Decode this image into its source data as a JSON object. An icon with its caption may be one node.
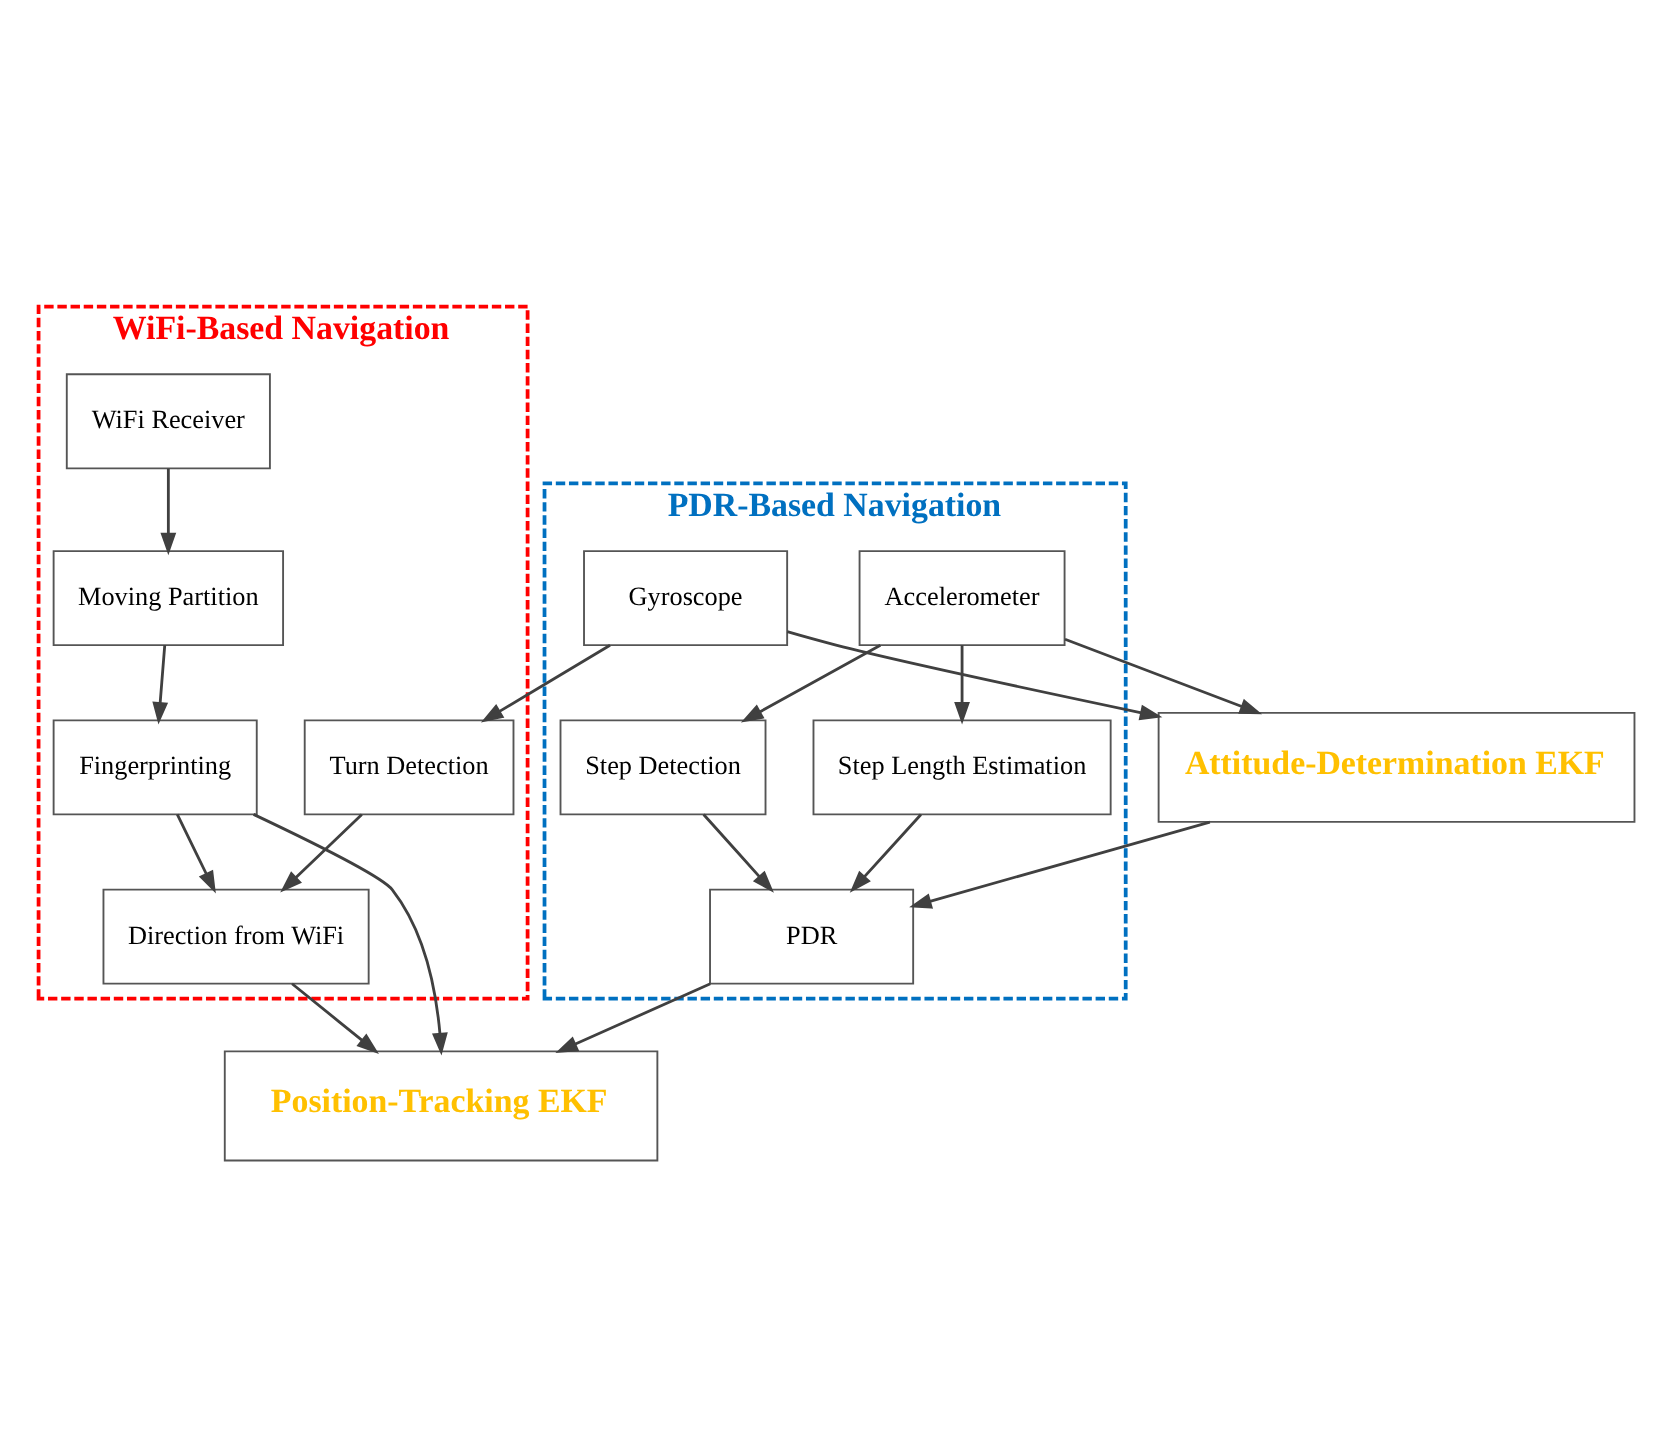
{
  "diagram": {
    "nodes": [
      {
        "text": [
          "WiFi-Based Navigation"
        ]
      },
      {
        "text": [
          "PDR-Based Navigation"
        ]
      },
      {
        "text": [
          "Attitude-Determination EKF"
        ]
      },
      {
        "text": [
          "WiFi Receiver"
        ],
        "in": 0
      },
      {
        "text": [
          "Gyroscope"
        ],
        "in": 1
      },
      {
        "text": [
          "Accelerometer"
        ],
        "in": 1
      },
      {
        "text": [
          "Moving Partition"
        ],
        "in": 0
      },
      {
        "text": [
          "Turn Detection"
        ],
        "in": 0
      },
      {
        "text": [
          "Step Detection"
        ],
        "in": 1
      },
      {
        "text": [
          "Step Length Estimation"
        ],
        "in": 1
      },
      {
        "text": [
          "Fingerprinting"
        ],
        "in": 0
      },
      {
        "text": [
          "Direction from WiFi"
        ],
        "in": 0
      },
      {
        "text": [
          "PDR"
        ],
        "in": 1
      },
      {
        "text": [
          "Position-Tracking EKF"
        ]
      }
    ],
    "edges": [
      {
        "from": 4,
        "to": 2,
        "arrow": "to"
      },
      {
        "from": 5,
        "to": 2,
        "arrow": "to"
      },
      {
        "from": 2,
        "to": 12,
        "arrow": "to"
      },
      {
        "from": 3,
        "to": 6,
        "arrow": "to"
      },
      {
        "from": 6,
        "to": 10,
        "arrow": "to"
      },
      {
        "from": 4,
        "to": 7,
        "arrow": "to"
      },
      {
        "from": 7,
        "to": 11,
        "arrow": "to"
      },
      {
        "from": 10,
        "to": 11,
        "arrow": "to"
      },
      {
        "from": 5,
        "to": 8,
        "arrow": "to"
      },
      {
        "from": 5,
        "to": 9,
        "arrow": "to"
      },
      {
        "from": 8,
        "to": 12,
        "arrow": "to"
      },
      {
        "from": 9,
        "to": 12,
        "arrow": "to"
      },
      {
        "from": 10,
        "to": 13,
        "arrow": "to"
      },
      {
        "from": 11,
        "to": 13,
        "arrow": "to"
      },
      {
        "from": 12,
        "to": 13,
        "arrow": "to"
      }
    ]
  }
}
